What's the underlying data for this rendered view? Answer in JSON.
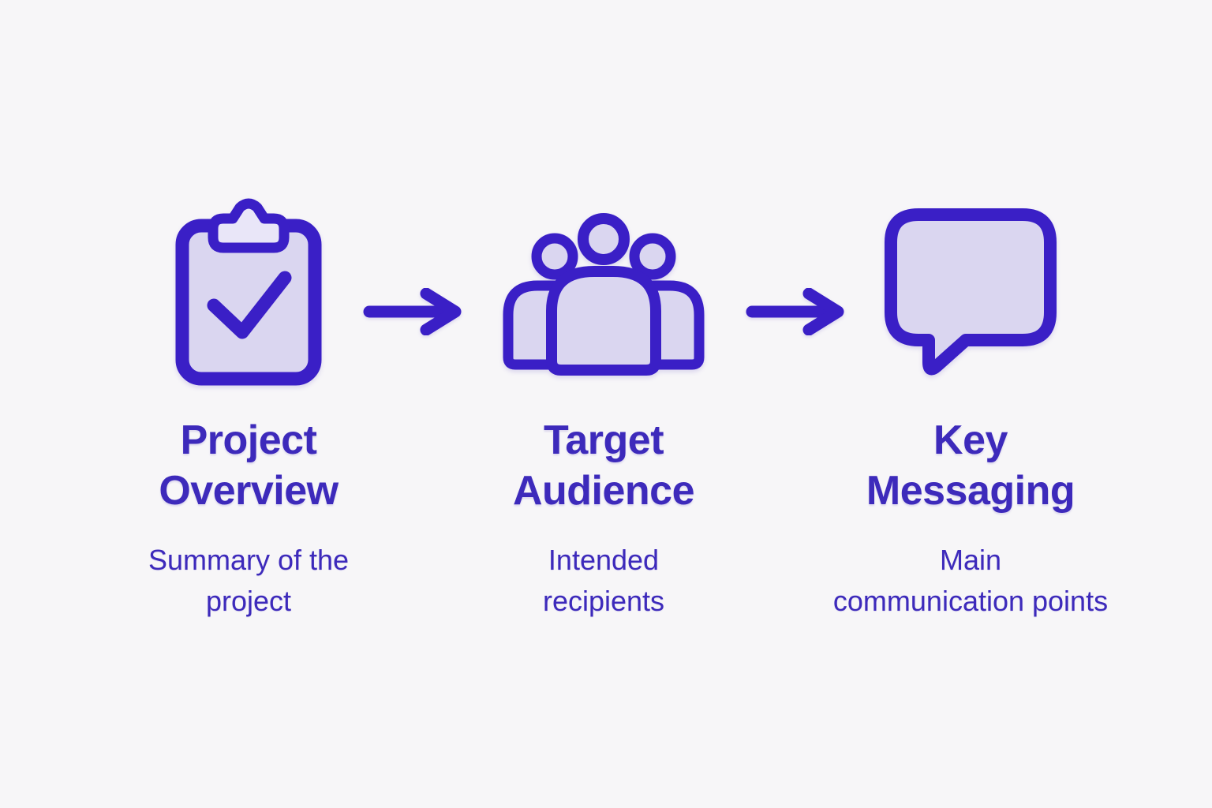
{
  "diagram": {
    "steps": [
      {
        "icon": "clipboard-check-icon",
        "title_line1": "Project",
        "title_line2": "Overview",
        "subtitle_line1": "Summary of the",
        "subtitle_line2": "project"
      },
      {
        "icon": "people-icon",
        "title_line1": "Target",
        "title_line2": "Audience",
        "subtitle_line1": "Intended",
        "subtitle_line2": "recipients"
      },
      {
        "icon": "speech-bubble-icon",
        "title_line1": "Key",
        "title_line2": "Messaging",
        "subtitle_line1": "Main",
        "subtitle_line2": "communication points"
      }
    ],
    "colors": {
      "background": "#f7f6f8",
      "accent": "#3a1fc6",
      "text": "#3d2abb",
      "icon_fill": "#dad6f0",
      "icon_fill_light": "#e9e6f8"
    }
  }
}
